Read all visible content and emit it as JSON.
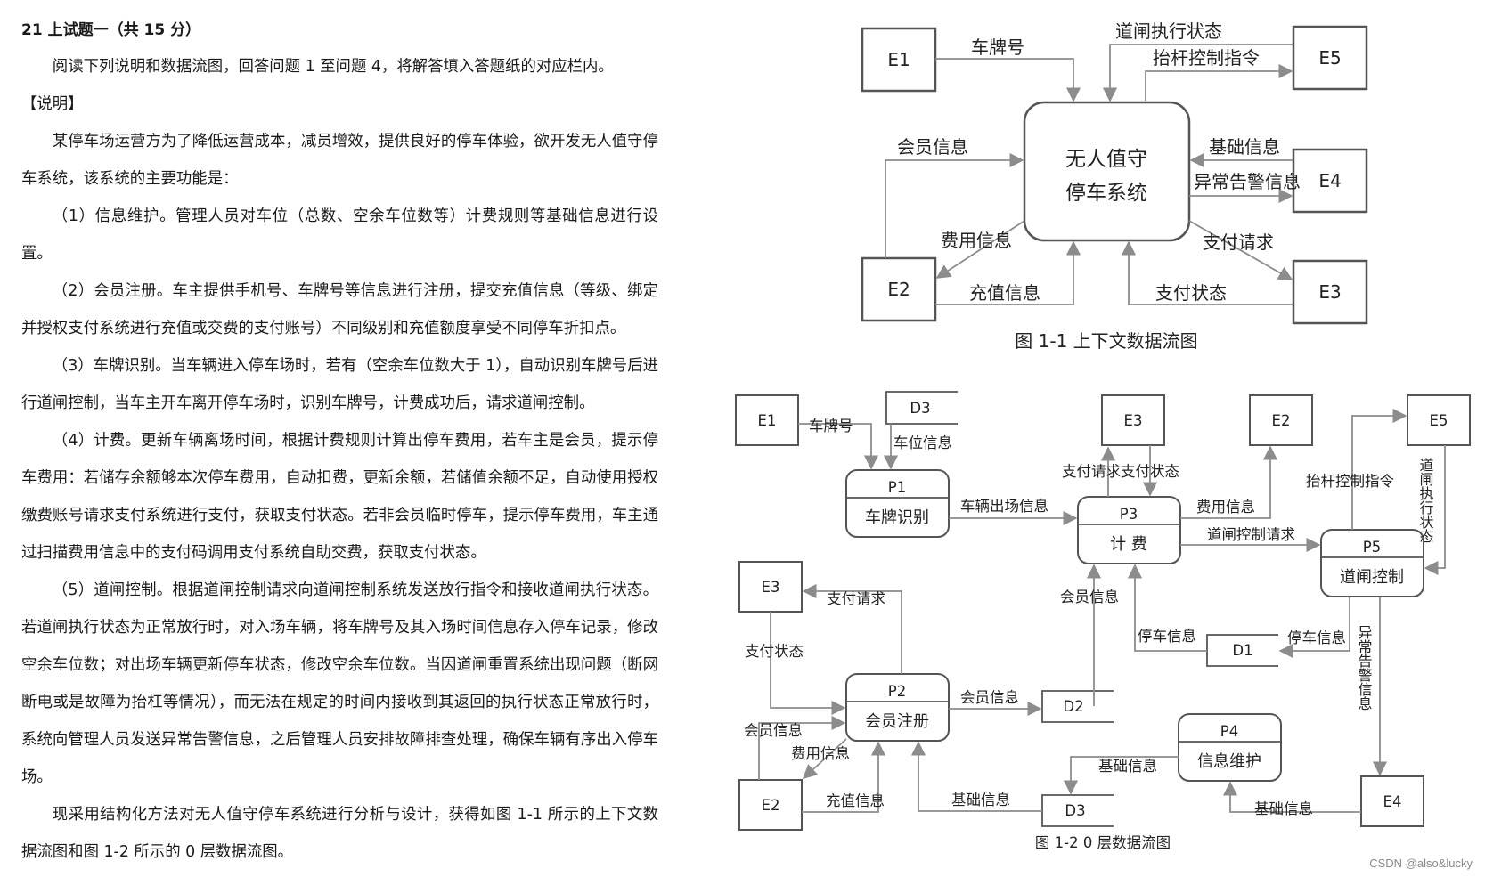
{
  "doc": {
    "heading": "21 上试题一（共 15 分）",
    "intro": "阅读下列说明和数据流图，回答问题 1 至问题 4，将解答填入答题纸的对应栏内。",
    "section_label": "【说明】",
    "p1": "某停车场运营方为了降低运营成本，减员增效，提供良好的停车体验，欲开发无人值守停车系统，该系统的主要功能是：",
    "p2": "（1）信息维护。管理人员对车位（总数、空余车位数等）计费规则等基础信息进行设置。",
    "p3": "（2）会员注册。车主提供手机号、车牌号等信息进行注册，提交充值信息（等级、绑定并授权支付系统进行充值或交费的支付账号）不同级别和充值额度享受不同停车折扣点。",
    "p4": "（3）车牌识别。当车辆进入停车场时，若有（空余车位数大于 1），自动识别车牌号后进行道闸控制，当车主开车离开停车场时，识别车牌号，计费成功后，请求道闸控制。",
    "p5": "（4）计费。更新车辆离场时间，根据计费规则计算出停车费用，若车主是会员，提示停车费用：若储存余额够本次停车费用，自动扣费，更新余额，若储值余额不足，自动使用授权缴费账号请求支付系统进行支付，获取支付状态。若非会员临时停车，提示停车费用，车主通过扫描费用信息中的支付码调用支付系统自助交费，获取支付状态。",
    "p6": "（5）道闸控制。根据道闸控制请求向道闸控制系统发送放行指令和接收道闸执行状态。若道闸执行状态为正常放行时，对入场车辆，将车牌号及其入场时间信息存入停车记录，修改空余车位数；对出场车辆更新停车状态，修改空余车位数。当因道闸重置系统出现问题（断网断电或是故障为抬杠等情况），而无法在规定的时间内接收到其返回的执行状态正常放行时，系统向管理人员发送异常告警信息，之后管理人员安排故障排查处理，确保车辆有序出入停车场。",
    "p7": "现采用结构化方法对无人值守停车系统进行分析与设计，获得如图 1-1 所示的上下文数据流图和图 1-2 所示的 0 层数据流图。"
  },
  "fig1": {
    "caption": "图 1-1 上下文数据流图",
    "system_line1": "无人值守",
    "system_line2": "停车系统",
    "entities": {
      "e1": "E1",
      "e2": "E2",
      "e3": "E3",
      "e4": "E4",
      "e5": "E5"
    },
    "flows": {
      "plate": "车牌号",
      "gate_status": "道闸执行状态",
      "lift_cmd": "抬杆控制指令",
      "member": "会员信息",
      "basic": "基础信息",
      "alarm": "异常告警信息",
      "fee": "费用信息",
      "pay_req": "支付请求",
      "recharge": "充值信息",
      "pay_status": "支付状态"
    }
  },
  "fig2": {
    "caption": "图 1-2 0 层数据流图",
    "entities": {
      "e1": "E1",
      "e2": "E2",
      "e3a": "E3",
      "e3b": "E3",
      "e2b": "E2",
      "e4": "E4",
      "e5": "E5"
    },
    "stores": {
      "d3a": "D3",
      "d1": "D1",
      "d2": "D2",
      "d3b": "D3"
    },
    "processes": {
      "p1_id": "P1",
      "p1_name": "车牌识别",
      "p2_id": "P2",
      "p2_name": "会员注册",
      "p3_id": "P3",
      "p3_name": "计 费",
      "p4_id": "P4",
      "p4_name": "信息维护",
      "p5_id": "P5",
      "p5_name": "道闸控制"
    },
    "flows": {
      "plate": "车牌号",
      "space": "车位信息",
      "vehicle_inout": "车辆出场信息",
      "pay_req_status": "支付请求支付状态",
      "fee": "费用信息",
      "lift_cmd": "抬杆控制指令",
      "gate_status": "道闸执行状态",
      "gate_req": "道闸控制请求",
      "member": "会员信息",
      "parking_left": "停车信息",
      "parking_right": "停车信息",
      "alarm": "异常告警信息",
      "pay_req": "支付请求",
      "pay_status": "支付状态",
      "member_p2": "会员信息",
      "member_e2": "会员信息",
      "fee_e2": "费用信息",
      "recharge": "充值信息",
      "basic_p4": "基础信息",
      "basic_d3": "基础信息",
      "basic_e4": "基础信息"
    }
  },
  "watermark": "CSDN @also&lucky"
}
